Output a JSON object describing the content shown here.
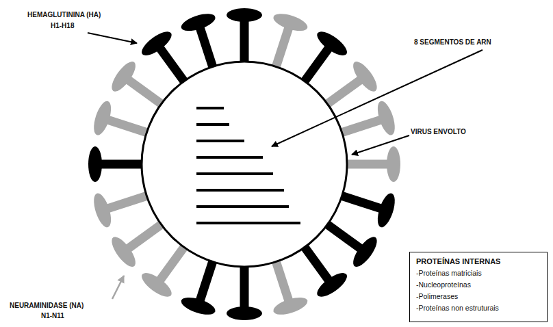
{
  "diagram": {
    "nodes": [
      {
        "text": [
          "PROTEÍNAS INTERNAS",
          "-Proteínas matriciais",
          "-Nucleoproteínas",
          "-Polimerases",
          "-Proteínas non estruturais"
        ]
      }
    ],
    "labels": [
      "HEMAGLUTININA (HA)",
      "H1-H18",
      "8 SEGMENTOS DE ARN",
      "VIRUS ENVOLTO",
      "NEURAMINIDASE (NA)",
      "N1-N11"
    ]
  }
}
